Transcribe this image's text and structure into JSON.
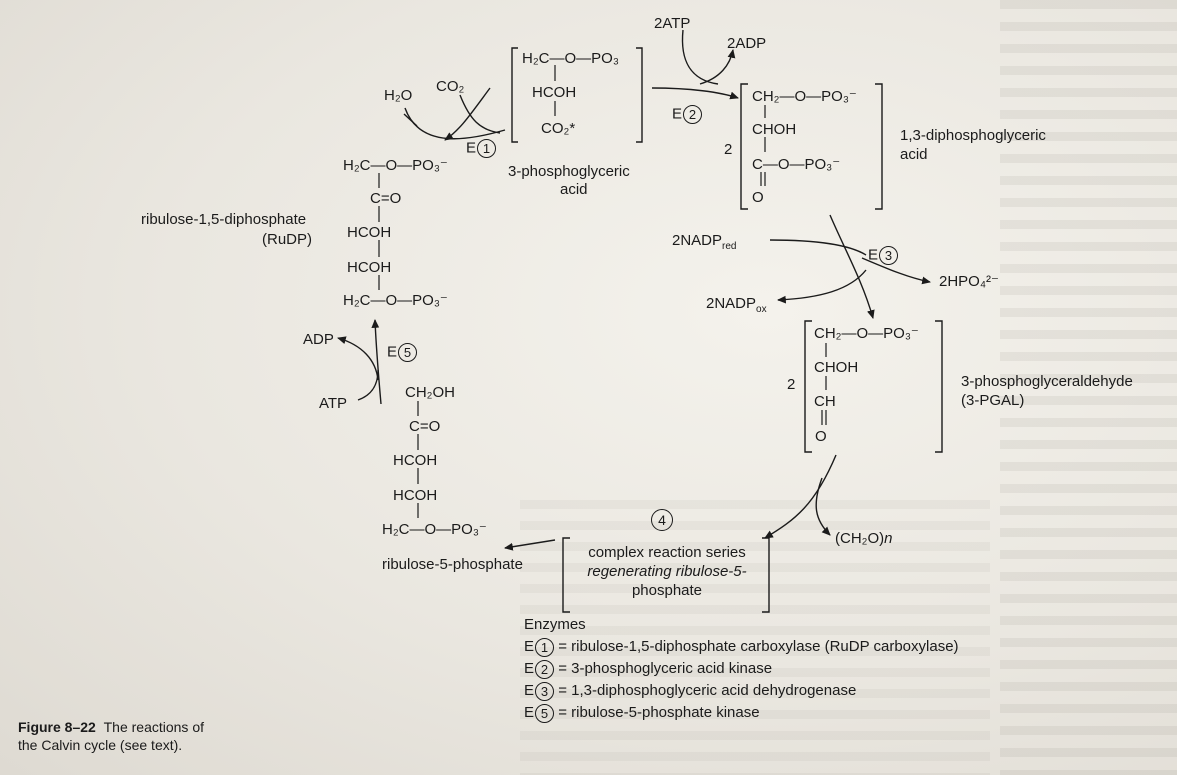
{
  "rudp": {
    "name": "ribulose-1,5-diphosphate",
    "abbr": "(RuDP)",
    "lines": [
      "H₂C—O—PO₃⁻",
      "C=O",
      "HCOH",
      "HCOH",
      "H₂C—O—PO₃⁻"
    ]
  },
  "reactants_top": {
    "water": "H₂O",
    "co2": "CO₂",
    "enzyme1": "E"
  },
  "pga": {
    "lines": [
      "H₂C—O—PO₃",
      "HCOH",
      "CO₂*"
    ],
    "name_line1": "3-phosphoglyceric",
    "name_line2": "acid"
  },
  "atp_step": {
    "atp_in": "2ATP",
    "adp_out": "2ADP",
    "enzyme2": "E"
  },
  "dpga": {
    "coef": "2",
    "lines": [
      "CH₂—O—PO₃⁻",
      "CHOH",
      "C—O—PO₃⁻",
      "O"
    ],
    "name_line1": "1,3-diphosphoglyceric",
    "name_line2": "acid"
  },
  "nadp_step": {
    "nadp_red": "2NADPred",
    "nadp_ox": "2NADPox",
    "hpo4": "2HPO₄²⁻",
    "enzyme3": "E"
  },
  "pgal": {
    "coef": "2",
    "lines": [
      "CH₂—O—PO₃⁻",
      "CHOH",
      "CH",
      "O"
    ],
    "name_line1": "3-phosphoglyceraldehyde",
    "name_line2": "(3-PGAL)"
  },
  "step4": {
    "number": "4",
    "box_line1": "complex reaction series",
    "box_line2": "regenerating ribulose-5-",
    "box_line3": "phosphate",
    "product": "(CH₂O)n"
  },
  "ru5p": {
    "name": "ribulose-5-phosphate",
    "lines": [
      "CH₂OH",
      "C=O",
      "HCOH",
      "HCOH",
      "H₂C—O—PO₃⁻"
    ]
  },
  "step5": {
    "adp": "ADP",
    "atp": "ATP",
    "enzyme5": "E"
  },
  "enzymes": {
    "heading": "Enzymes",
    "items": [
      {
        "num": "1",
        "text": "= ribulose-1,5-diphosphate carboxylase (RuDP carboxylase)"
      },
      {
        "num": "2",
        "text": "= 3-phosphoglyceric acid kinase"
      },
      {
        "num": "3",
        "text": "= 1,3-diphosphoglyceric acid dehydrogenase"
      },
      {
        "num": "5",
        "text": "= ribulose-5-phosphate kinase"
      }
    ]
  },
  "caption": {
    "label": "Figure 8–22",
    "text_line1": "The reactions of",
    "text_line2": "the Calvin cycle (see text)."
  }
}
